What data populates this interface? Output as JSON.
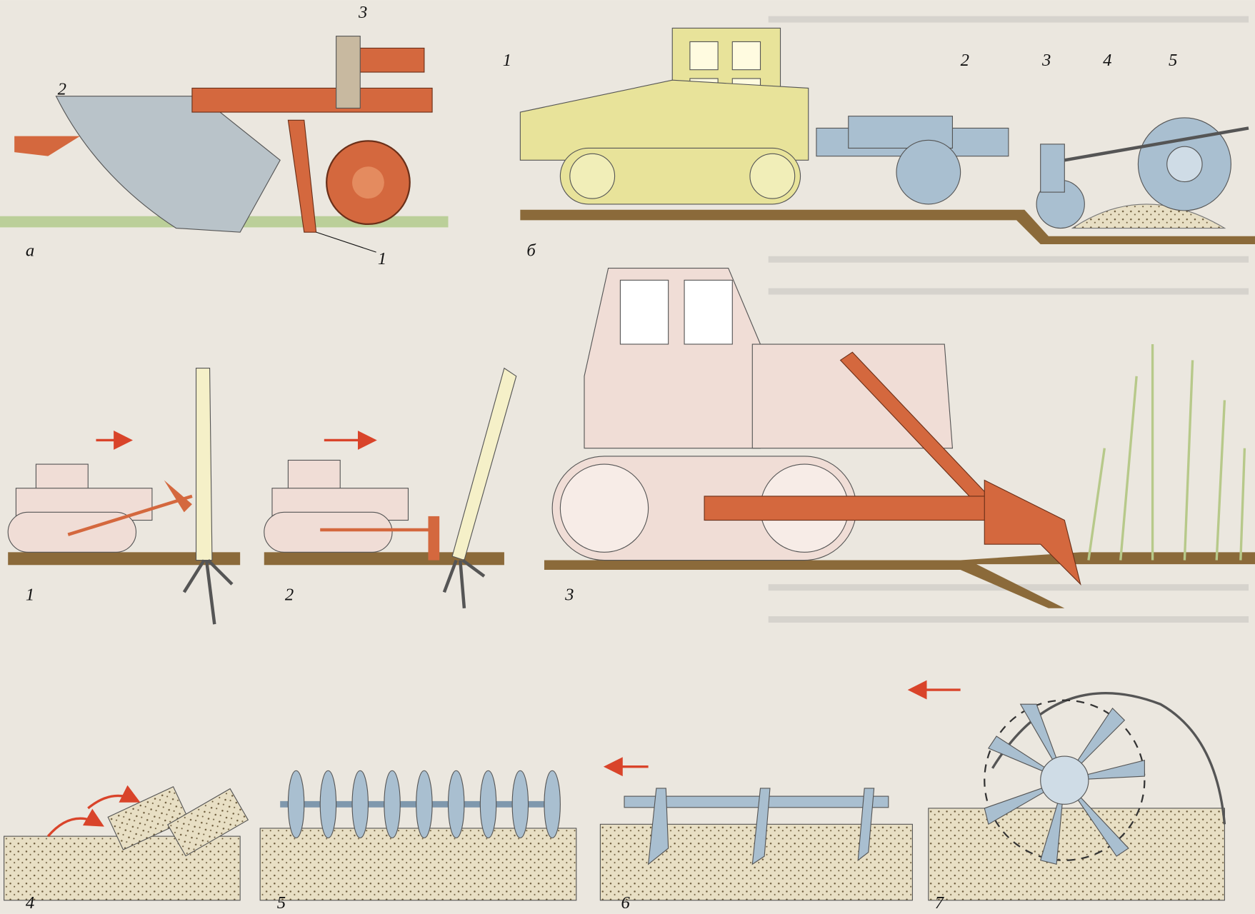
{
  "figure": {
    "panel_labels": {
      "a": "а",
      "b": "б",
      "p1": "1",
      "p2": "2",
      "p3": "3",
      "p4": "4",
      "p5": "5",
      "p6": "6",
      "p7": "7"
    },
    "callouts_a": [
      "1",
      "2",
      "3"
    ],
    "callouts_b": [
      "1",
      "2",
      "3",
      "4",
      "5"
    ]
  },
  "colors": {
    "machine_orange": "#d4683e",
    "tractor_yellow": "#e8e39a",
    "steel_blue": "#a9bfd0",
    "ground_brown": "#8b6a3a",
    "soil": "#e6dcc0",
    "arrow_red": "#d9442a"
  }
}
